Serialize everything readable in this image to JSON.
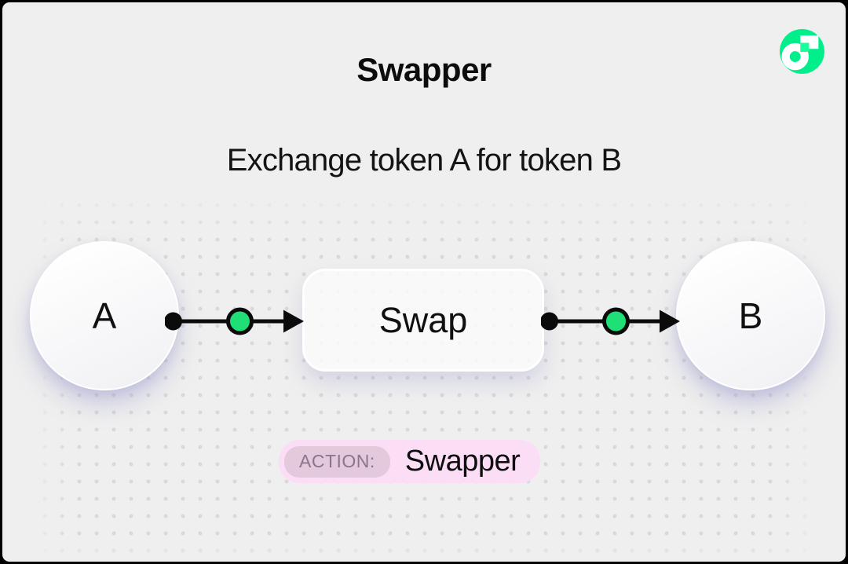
{
  "header": {
    "title": "Swapper",
    "subtitle": "Exchange token A for token B"
  },
  "diagram": {
    "node_a_label": "A",
    "process_label": "Swap",
    "node_b_label": "B"
  },
  "action_badge": {
    "label": "ACTION:",
    "value": "Swapper"
  },
  "icons": {
    "logo": "flow-logo",
    "connector_start": "black-dot",
    "connector_mid": "green-dot",
    "connector_end": "arrowhead"
  },
  "colors": {
    "background": "#EFEFEF",
    "frame": "#000000",
    "connector_green": "#1FE076",
    "logo_green": "#00EF8B",
    "logo_accent": "#16FF99",
    "badge_bg": "#FBDEF5",
    "badge_label_bg": "#E4C8DC",
    "badge_label_text": "#8B7589",
    "shadow_tint": "rgba(151,151,202,0.40)"
  }
}
